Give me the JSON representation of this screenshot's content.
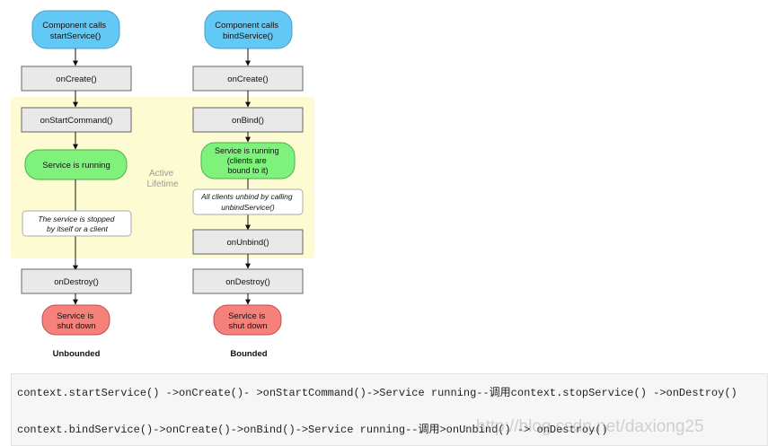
{
  "diagram": {
    "active_lifetime": [
      "Active",
      "Lifetime"
    ],
    "colors": {
      "start": "#62c9f6",
      "running": "#7ef27a",
      "shutdown": "#f6817b",
      "method_box": "#e9e9e9",
      "active_region": "#fdfbd1"
    },
    "unbounded": {
      "caption": "Unbounded",
      "start": [
        "Component calls",
        "startService()"
      ],
      "on_create": "onCreate()",
      "on_start_command": "onStartCommand()",
      "running": "Service is running",
      "stopped_note": [
        "The service is stopped",
        "by itself or a client"
      ],
      "on_destroy": "onDestroy()",
      "shutdown": [
        "Service is",
        "shut down"
      ]
    },
    "bounded": {
      "caption": "Bounded",
      "start": [
        "Component calls",
        "bindService()"
      ],
      "on_create": "onCreate()",
      "on_bind": "onBind()",
      "running": [
        "Service is running",
        "(clients are",
        "bound to it)"
      ],
      "unbind_note": [
        "All clients unbind by calling",
        "unbindService()"
      ],
      "on_unbind": "onUnbind()",
      "on_destroy": "onDestroy()",
      "shutdown": [
        "Service is",
        "shut down"
      ]
    }
  },
  "code": {
    "line1": "context.startService() ->onCreate()- >onStartCommand()->Service running--调用context.stopService() ->onDestroy()",
    "line2": "context.bindService()->onCreate()->onBind()->Service running--调用>onUnbind() -> onDestroy()"
  },
  "watermark": "http://blog.csdn.net/daxiong25"
}
